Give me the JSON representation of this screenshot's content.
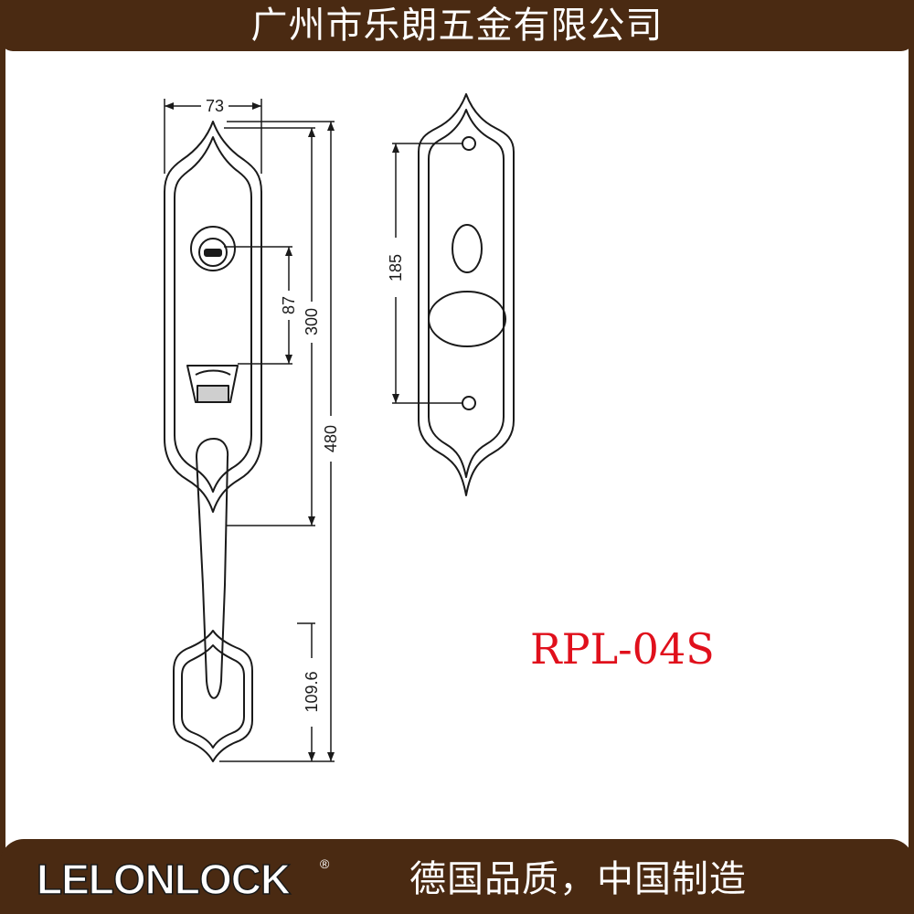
{
  "header": {
    "company": "广州市乐朗五金有限公司"
  },
  "footer": {
    "logo_text": "LELONLOCK",
    "logo_mark": "®",
    "slogan": "德国品质，中国制造"
  },
  "model": "RPL-04S",
  "dimensions": {
    "width": "73",
    "key_to_lever": "87",
    "plate_height": "300",
    "overall_height": "480",
    "handle_base": "109.6",
    "back_plate_holes": "185"
  },
  "colors": {
    "frame": "#4a2a12",
    "model_text": "#e0101c",
    "line": "#1a1a1a"
  }
}
